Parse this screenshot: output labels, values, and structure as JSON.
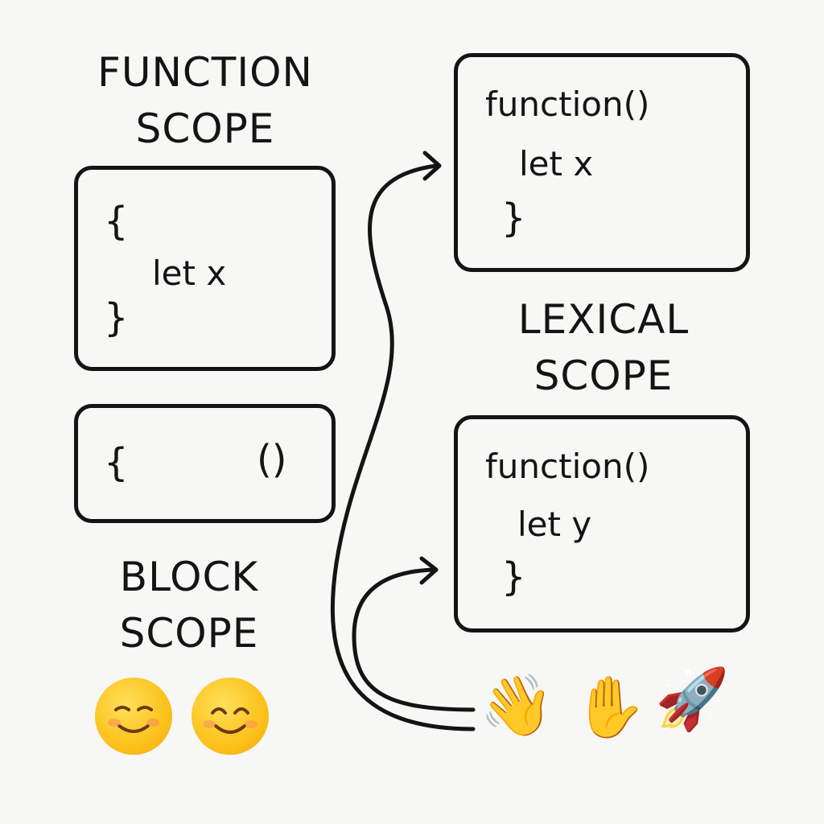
{
  "headings": {
    "function_scope": [
      "FUNCTION",
      "SCOPE"
    ],
    "block_scope": [
      "BLOCK",
      "SCOPE"
    ],
    "lexical_scope": [
      "LEXICAL",
      "SCOPE"
    ]
  },
  "box_block": {
    "open_brace": "{",
    "statement": "let x",
    "close_brace": "}"
  },
  "box_braces": {
    "open_brace": "{",
    "parens": "()"
  },
  "box_function_top": {
    "signature": "function()",
    "statement": "let x",
    "close_brace": "}"
  },
  "box_function_bottom": {
    "signature": "function()",
    "statement": "let y",
    "close_brace": "}"
  },
  "emojis": {
    "waving_hand": "👋",
    "raised_hand": "✋",
    "rocket": "🚀",
    "smiling_face": "☺",
    "smiling_face_eyes": "😊"
  }
}
